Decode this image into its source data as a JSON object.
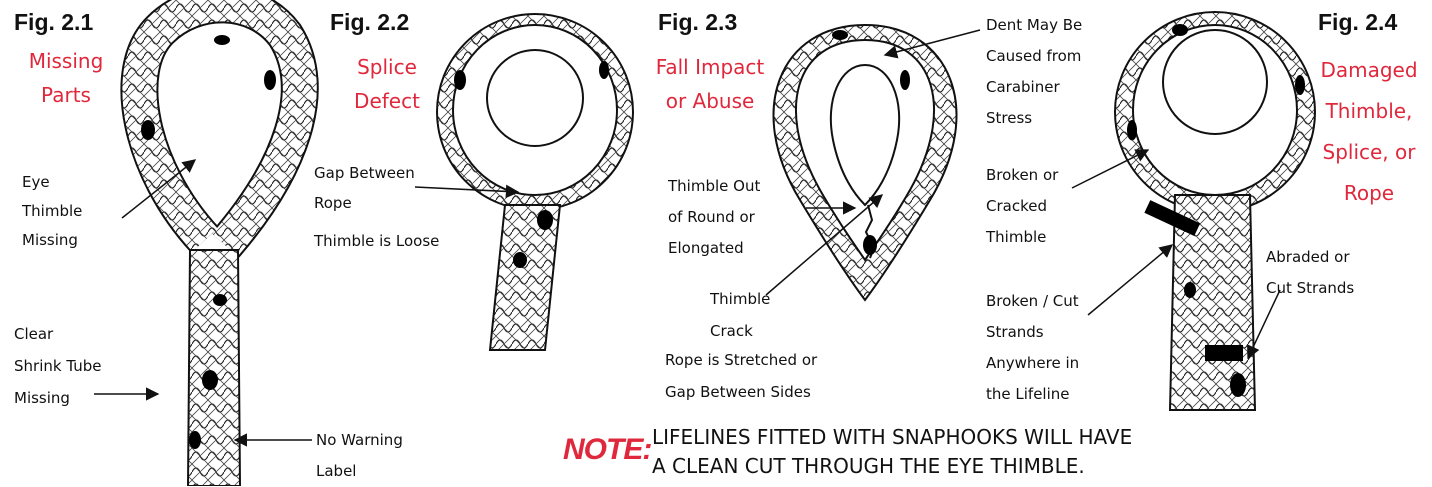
{
  "figures": [
    {
      "id": "fig_2_1",
      "label": "Fig. 2.1",
      "title": [
        "Missing",
        "Parts"
      ]
    },
    {
      "id": "fig_2_2",
      "label": "Fig. 2.2",
      "title": [
        "Splice",
        "Defect"
      ]
    },
    {
      "id": "fig_2_3",
      "label": "Fig. 2.3",
      "title": [
        "Fall Impact",
        "or Abuse"
      ]
    },
    {
      "id": "fig_2_4",
      "label": "Fig. 2.4",
      "title": [
        "Damaged",
        "Thimble,",
        "Splice, or",
        "Rope"
      ]
    }
  ],
  "callouts": {
    "eye_thimble_missing": [
      "Eye",
      "Thimble",
      "Missing"
    ],
    "clear_shrink_tube_missing": [
      "Clear",
      "Shrink Tube",
      "Missing"
    ],
    "no_warning_label": [
      "No Warning",
      "Label"
    ],
    "gap_between_rope": [
      "Gap Between",
      "Rope"
    ],
    "thimble_is_loose": "Thimble is Loose",
    "thimble_out_of_round": [
      "Thimble Out",
      "of Round or",
      "Elongated"
    ],
    "thimble_crack": [
      "Thimble",
      "Crack"
    ],
    "rope_is_stretched": [
      "Rope is Stretched or",
      "Gap Between Sides"
    ],
    "dent_may_be_caused": [
      "Dent May Be",
      "Caused from",
      "Carabiner",
      "Stress"
    ],
    "broken_or_cracked_thimble": [
      "Broken or",
      "Cracked",
      "Thimble"
    ],
    "broken_cut_strands": [
      "Broken / Cut",
      "Strands",
      "Anywhere in",
      "the Lifeline"
    ],
    "abraded_or_cut_strands": [
      "Abraded or",
      "Cut Strands"
    ]
  },
  "note": {
    "label": "NOTE:",
    "text": [
      "LIFELINES FITTED WITH SNAPHOOKS WILL HAVE",
      "A CLEAN CUT THROUGH THE EYE THIMBLE."
    ]
  },
  "colors": {
    "accent": "#e0283c",
    "ink": "#111111"
  }
}
